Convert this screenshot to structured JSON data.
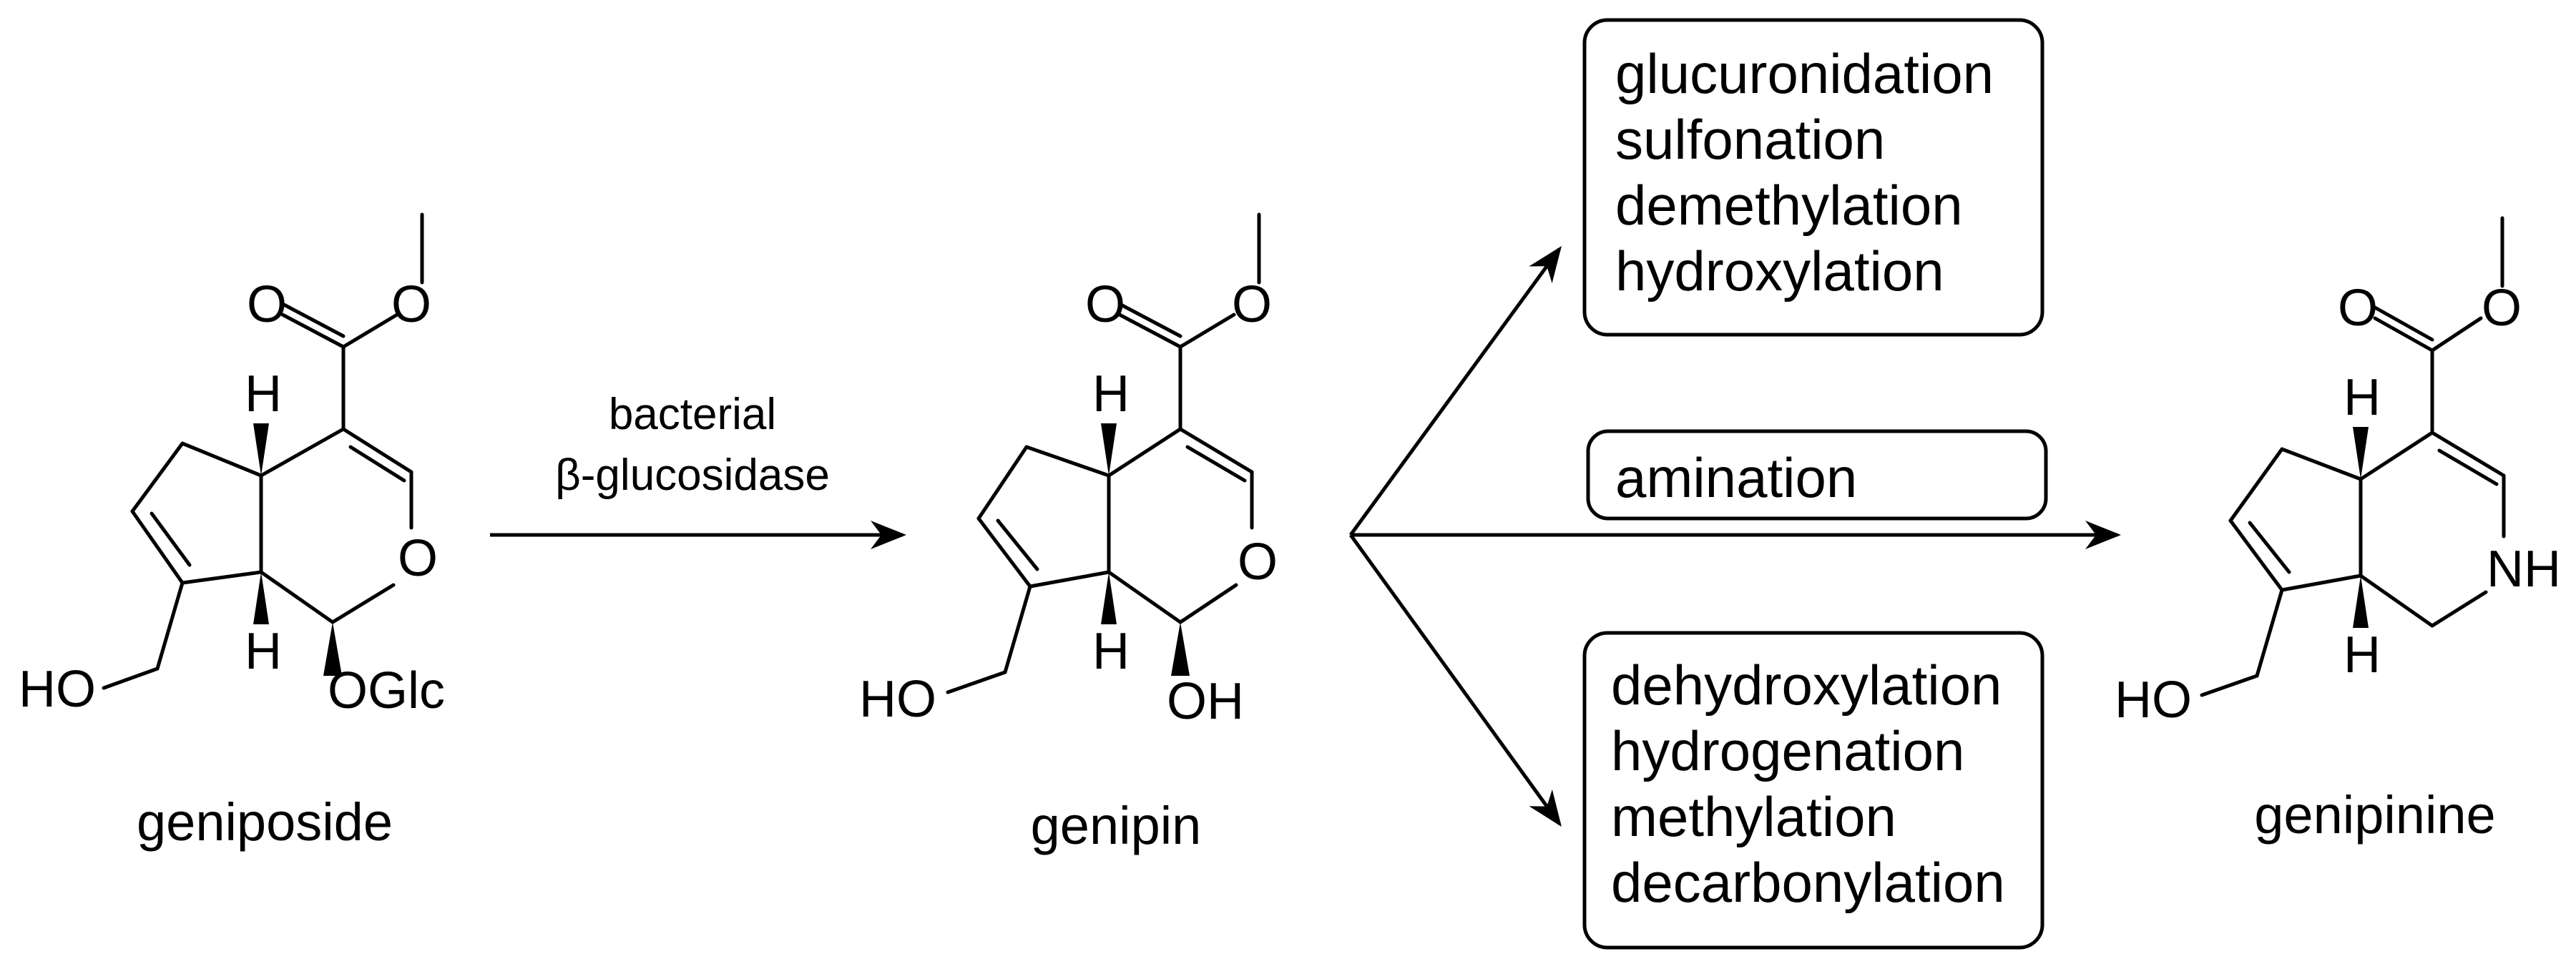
{
  "compounds": [
    {
      "name": "geniposide",
      "anomeric_substituent": "OGlc"
    },
    {
      "name": "genipin",
      "anomeric_substituent": "OH"
    },
    {
      "name": "genipinine",
      "ring_heteroatom": "NH"
    }
  ],
  "atom_labels": {
    "carbonyl_O": "O",
    "ester_O": "O",
    "ring_O": "O",
    "H": "H",
    "HO": "HO"
  },
  "reaction_arrow": {
    "reagent_line1": "bacterial",
    "reagent_line2": "β-glucosidase"
  },
  "boxes": {
    "top": [
      "glucuronidation",
      "sulfonation",
      "demethylation",
      "hydroxylation"
    ],
    "middle": [
      "amination"
    ],
    "bottom": [
      "dehydroxylation",
      "hydrogenation",
      "methylation",
      "decarbonylation"
    ]
  }
}
